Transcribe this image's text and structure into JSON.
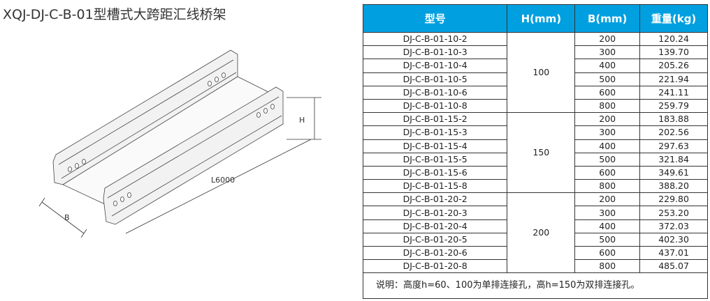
{
  "title": "XQJ-DJ-C-B-01型槽式大跨距汇线桥架",
  "drawing": {
    "h_label": "H",
    "l_label": "L6000",
    "b_label": "B"
  },
  "table": {
    "headers": [
      "型号",
      "H(mm)",
      "B(mm)",
      "重量(kg)"
    ],
    "groups": [
      {
        "h": "100",
        "rows": [
          [
            "DJ-C-B-01-10-2",
            "200",
            "120.24"
          ],
          [
            "DJ-C-B-01-10-3",
            "300",
            "139.70"
          ],
          [
            "DJ-C-B-01-10-4",
            "400",
            "205.26"
          ],
          [
            "DJ-C-B-01-10-5",
            "500",
            "221.94"
          ],
          [
            "DJ-C-B-01-10-6",
            "600",
            "241.11"
          ],
          [
            "DJ-C-B-01-10-8",
            "800",
            "259.79"
          ]
        ]
      },
      {
        "h": "150",
        "rows": [
          [
            "DJ-C-B-01-15-2",
            "200",
            "183.88"
          ],
          [
            "DJ-C-B-01-15-3",
            "300",
            "202.56"
          ],
          [
            "DJ-C-B-01-15-4",
            "400",
            "297.63"
          ],
          [
            "DJ-C-B-01-15-5",
            "500",
            "321.84"
          ],
          [
            "DJ-C-B-01-15-6",
            "600",
            "349.61"
          ],
          [
            "DJ-C-B-01-15-8",
            "800",
            "388.20"
          ]
        ]
      },
      {
        "h": "200",
        "rows": [
          [
            "DJ-C-B-01-20-2",
            "200",
            "229.80"
          ],
          [
            "DJ-C-B-01-20-3",
            "300",
            "253.20"
          ],
          [
            "DJ-C-B-01-20-4",
            "400",
            "372.03"
          ],
          [
            "DJ-C-B-01-20-5",
            "500",
            "402.30"
          ],
          [
            "DJ-C-B-01-20-6",
            "600",
            "437.01"
          ],
          [
            "DJ-C-B-01-20-8",
            "800",
            "485.07"
          ]
        ]
      }
    ],
    "note": "说明：高度h=60、100为单排连接孔，高h=150为双排连接孔。"
  }
}
